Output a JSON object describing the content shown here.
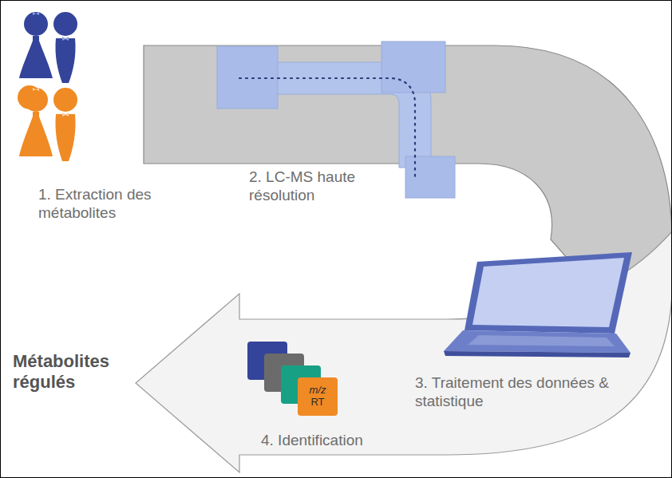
{
  "diagram": {
    "nodes": [
      {
        "text": [
          "m/z",
          "RT"
        ]
      }
    ],
    "labels": [
      "1. Extraction des métabolites",
      "2. LC-MS haute résolution",
      "3. Traitement des données & statistique",
      "4. Identification",
      "Métabolites régulés"
    ]
  }
}
